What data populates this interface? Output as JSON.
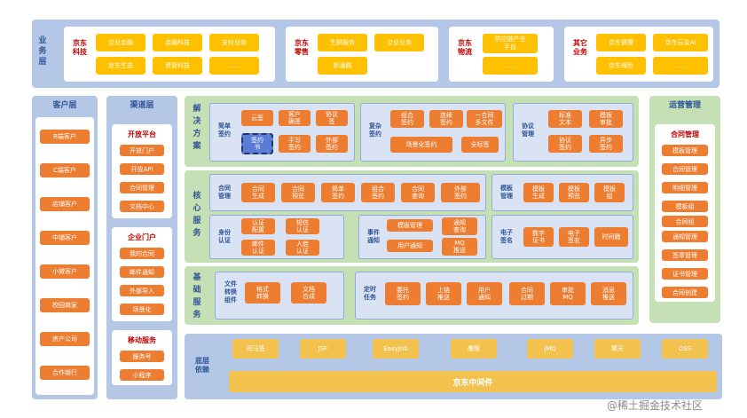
{
  "business_layer": {
    "label": "业\n务\n层",
    "groups": [
      {
        "label": "京东\n科技",
        "items": [
          "企业金融",
          "金融科技",
          "支付业务",
          "京东生态",
          "资管科技",
          "......"
        ]
      },
      {
        "label": "京东\n零售",
        "items": [
          "生鲜服务",
          "企业业务",
          "新通路"
        ]
      },
      {
        "label": "京东\n物流",
        "items": [
          "供应链产业\n平台",
          "......"
        ]
      },
      {
        "label": "其它\n业务",
        "items": [
          "京东健康",
          "京东云及AI",
          "京东保险",
          "......"
        ]
      }
    ]
  },
  "customer_layer": {
    "title": "客户层",
    "items": [
      "B端客户",
      "C端客户",
      "店铺客户",
      "中铺客户",
      "小微客户",
      "校园商家",
      "房产公司",
      "合作银行"
    ]
  },
  "channel_layer": {
    "title": "渠道层",
    "groups": [
      {
        "title": "开放平台",
        "items": [
          "开放门户",
          "开放API",
          "合同管理",
          "文档中心"
        ]
      },
      {
        "title": "企业门户",
        "items": [
          "我的合同",
          "邮件通知",
          "外部导入",
          "场景化"
        ]
      },
      {
        "title": "移动服务",
        "items": [
          "服务号",
          "小程序"
        ]
      }
    ]
  },
  "solution": {
    "label": "解\n决\n方\n案",
    "simple": {
      "label": "简单\n签约",
      "items": [
        "云签",
        "客户\n确签",
        "协议\n签",
        "签约\n书",
        "手写\n签约",
        "外部\n签约"
      ]
    },
    "complex": {
      "label": "复杂\n签约",
      "items": [
        "组合\n签约",
        "连续\n签约",
        "一合同\n多文件",
        "场景化签约",
        "全标签"
      ]
    },
    "protocol": {
      "label": "协议\n管理",
      "items": [
        "标准\n文本",
        "模板\n审批",
        "协议\n签约",
        "异步\n签约"
      ]
    }
  },
  "core": {
    "label": "核\n心\n服\n务",
    "contract": {
      "label": "合同\n管理",
      "items": [
        "合同\n生成",
        "合同\n预览",
        "简单\n签约",
        "组合\n签约",
        "合同\n查询",
        "外部\n签约"
      ]
    },
    "template": {
      "label": "模板\n管理",
      "items": [
        "模板\n生成",
        "模板\n预览",
        "模板\n组"
      ]
    },
    "identity": {
      "label": "身份\n认证",
      "items": [
        "认证\n配置",
        "短信\n认证",
        "邮件\n认证",
        "人脸\n认证"
      ]
    },
    "event": {
      "label": "事件\n通知",
      "items": [
        "模板管理",
        "通知\n查询",
        "用户通知",
        "MQ\n推送"
      ]
    },
    "esign": {
      "label": "电子\n签名",
      "items": [
        "数字\n证书",
        "电子\n签名",
        "时间戳"
      ]
    }
  },
  "basic": {
    "label": "基\n础\n服\n务",
    "file": {
      "label": "文件\n转换\n组件",
      "items": [
        "格式\n转换",
        "文档\n合成"
      ]
    },
    "task": {
      "label": "定时\n任务",
      "items": [
        "委托\n签约",
        "上链\n推送",
        "用户\n通知",
        "合同\n过期",
        "审批\nMQ",
        "消息\n推送"
      ]
    }
  },
  "bottom": {
    "label": "底层\n依赖",
    "items": [
      "司马签",
      "JSF",
      "EasyJob",
      "鹰眼",
      "JMQ",
      "擎天",
      "OSS"
    ],
    "bar": "京东中间件"
  },
  "ops": {
    "title": "运营管理",
    "sub_title": "合同管理",
    "items": [
      "模板管理",
      "合同管理",
      "明细管理",
      "模板组",
      "合同组",
      "通知管理",
      "签章管理",
      "证书管理",
      "合同创建"
    ]
  },
  "watermark": "@稀土掘金技术社区",
  "colors": {
    "panel_blue": "#b4c7e7",
    "panel_green": "#c5e0b4",
    "yellow": "#ffc000",
    "orange": "#ed7d31",
    "gold": "#f2c14e",
    "label_red": "#c00000",
    "label_blue": "#2f5597"
  }
}
